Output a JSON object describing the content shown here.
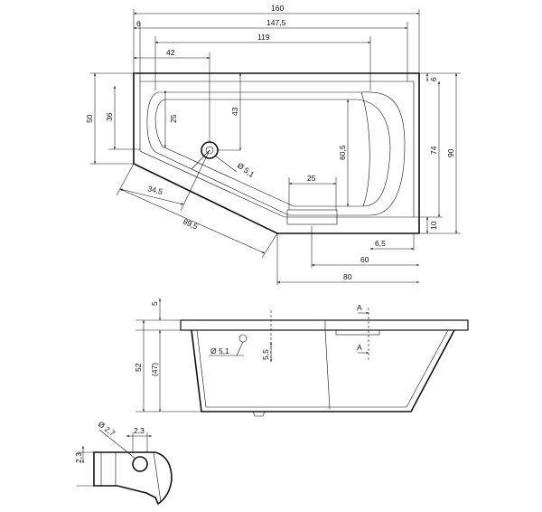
{
  "top_view": {
    "dims": {
      "overall_width": "160",
      "inner_147": "147,5",
      "offset_6_left": "6",
      "width_119": "119",
      "drain_42": "42",
      "depth_50": "50",
      "depth_36": "36",
      "depth_25": "25",
      "drain_43": "43",
      "drain_dia": "Ø 5,1",
      "diag_34": "34,5",
      "diag_89": "89,5",
      "apron_25": "25",
      "inner_60": "60,5",
      "right_6": "6",
      "right_74": "74",
      "right_90": "90",
      "right_10": "10",
      "bottom_6_5": "6,5",
      "bottom_60": "60",
      "bottom_80": "80"
    }
  },
  "side_view": {
    "dims": {
      "rim_5": "5",
      "height_52": "52",
      "height_47": "(47)",
      "drain_dia": "Ø 5,1",
      "drain_5_5": "5,5",
      "section_a_top": "A",
      "section_a_bottom": "A"
    }
  },
  "section_detail": {
    "dims": {
      "dia_2_7": "Ø 2,7",
      "d_2_3_top": "2,3",
      "d_2_3_left": "2,3"
    }
  }
}
